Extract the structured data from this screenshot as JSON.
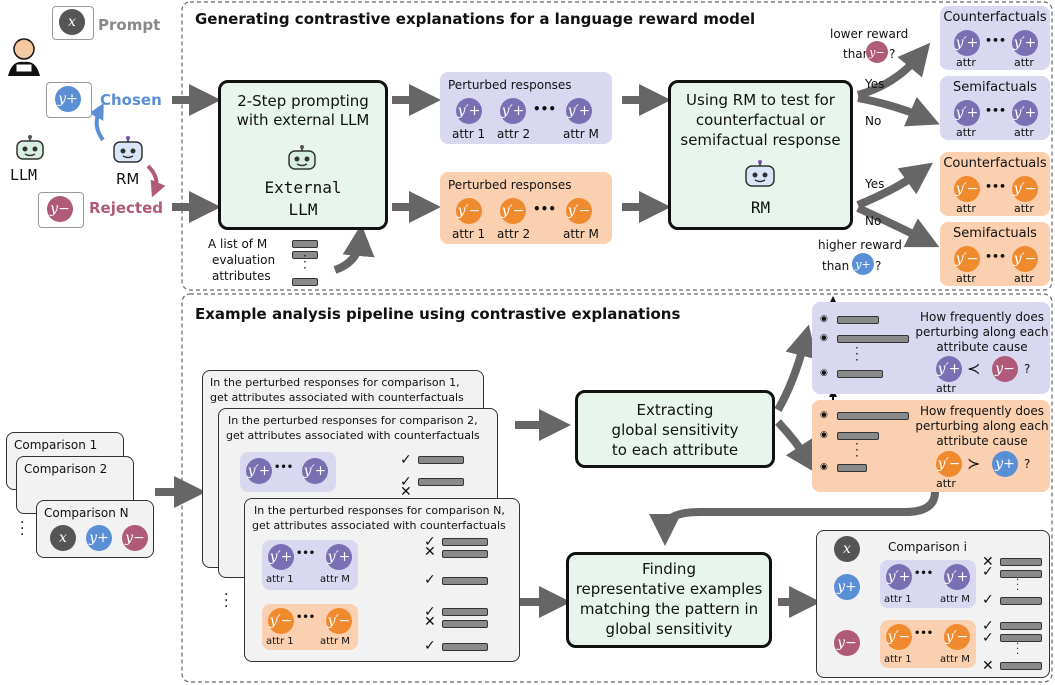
{
  "top": {
    "title": "Generating contrastive explanations for a language reward model",
    "prompt_label": "Prompt",
    "chosen_label": "Chosen",
    "rejected_label": "Rejected",
    "llm_label": "LLM",
    "rm_label": "RM",
    "step_box": {
      "line1": "2-Step prompting",
      "line2": "with external LLM",
      "ext1": "External",
      "ext2": "LLM"
    },
    "attr_list": {
      "line1": "A list of M",
      "line2": "evaluation",
      "line3": "attributes"
    },
    "perturbed_label": "Perturbed responses",
    "attr1": "attr 1",
    "attr2": "attr 2",
    "attrM": "attr M",
    "rm_box": {
      "line1": "Using RM to test for",
      "line2": "counterfactual or",
      "line3": "semifactual response",
      "rm": "RM"
    },
    "lower_reward": {
      "line1": "lower reward",
      "line2": "than"
    },
    "higher_reward": {
      "line1": "higher reward",
      "line2": "than"
    },
    "yes": "Yes",
    "no": "No",
    "counterfactuals": "Counterfactuals",
    "semifactuals": "Semifactuals",
    "attr": "attr",
    "ellipsis": "•••"
  },
  "bottom": {
    "title": "Example analysis pipeline using contrastive explanations",
    "comparison1": "Comparison 1",
    "comparison2": "Comparison 2",
    "comparisonN": "Comparison N",
    "card1": {
      "line1": "In the perturbed responses for comparison 1,",
      "line2": "get attributes associated with counterfactuals"
    },
    "card2": {
      "line1": "In the perturbed responses for comparison 2,",
      "line2": "get attributes associated with counterfactuals"
    },
    "cardN": {
      "line1": "In the perturbed responses for comparison N,",
      "line2": "get attributes associated with counterfactuals"
    },
    "extract_box": {
      "line1": "Extracting",
      "line2": "global sensitivity",
      "line3": "to each attribute"
    },
    "find_box": {
      "line1": "Finding",
      "line2": "representative examples",
      "line3": "matching the pattern in",
      "line4": "global sensitivity"
    },
    "freq": {
      "line1": "How frequently does",
      "line2": "perturbing along each",
      "line3": "attribute cause"
    },
    "attr": "attr",
    "comparison_i": "Comparison i",
    "attr1": "attr 1",
    "attrM": "attr M",
    "question": "?"
  },
  "symbols": {
    "x": "x",
    "y_plus": "y+",
    "y_minus": "y−",
    "yp_plus": "y′+",
    "yp_minus": "y′−"
  }
}
